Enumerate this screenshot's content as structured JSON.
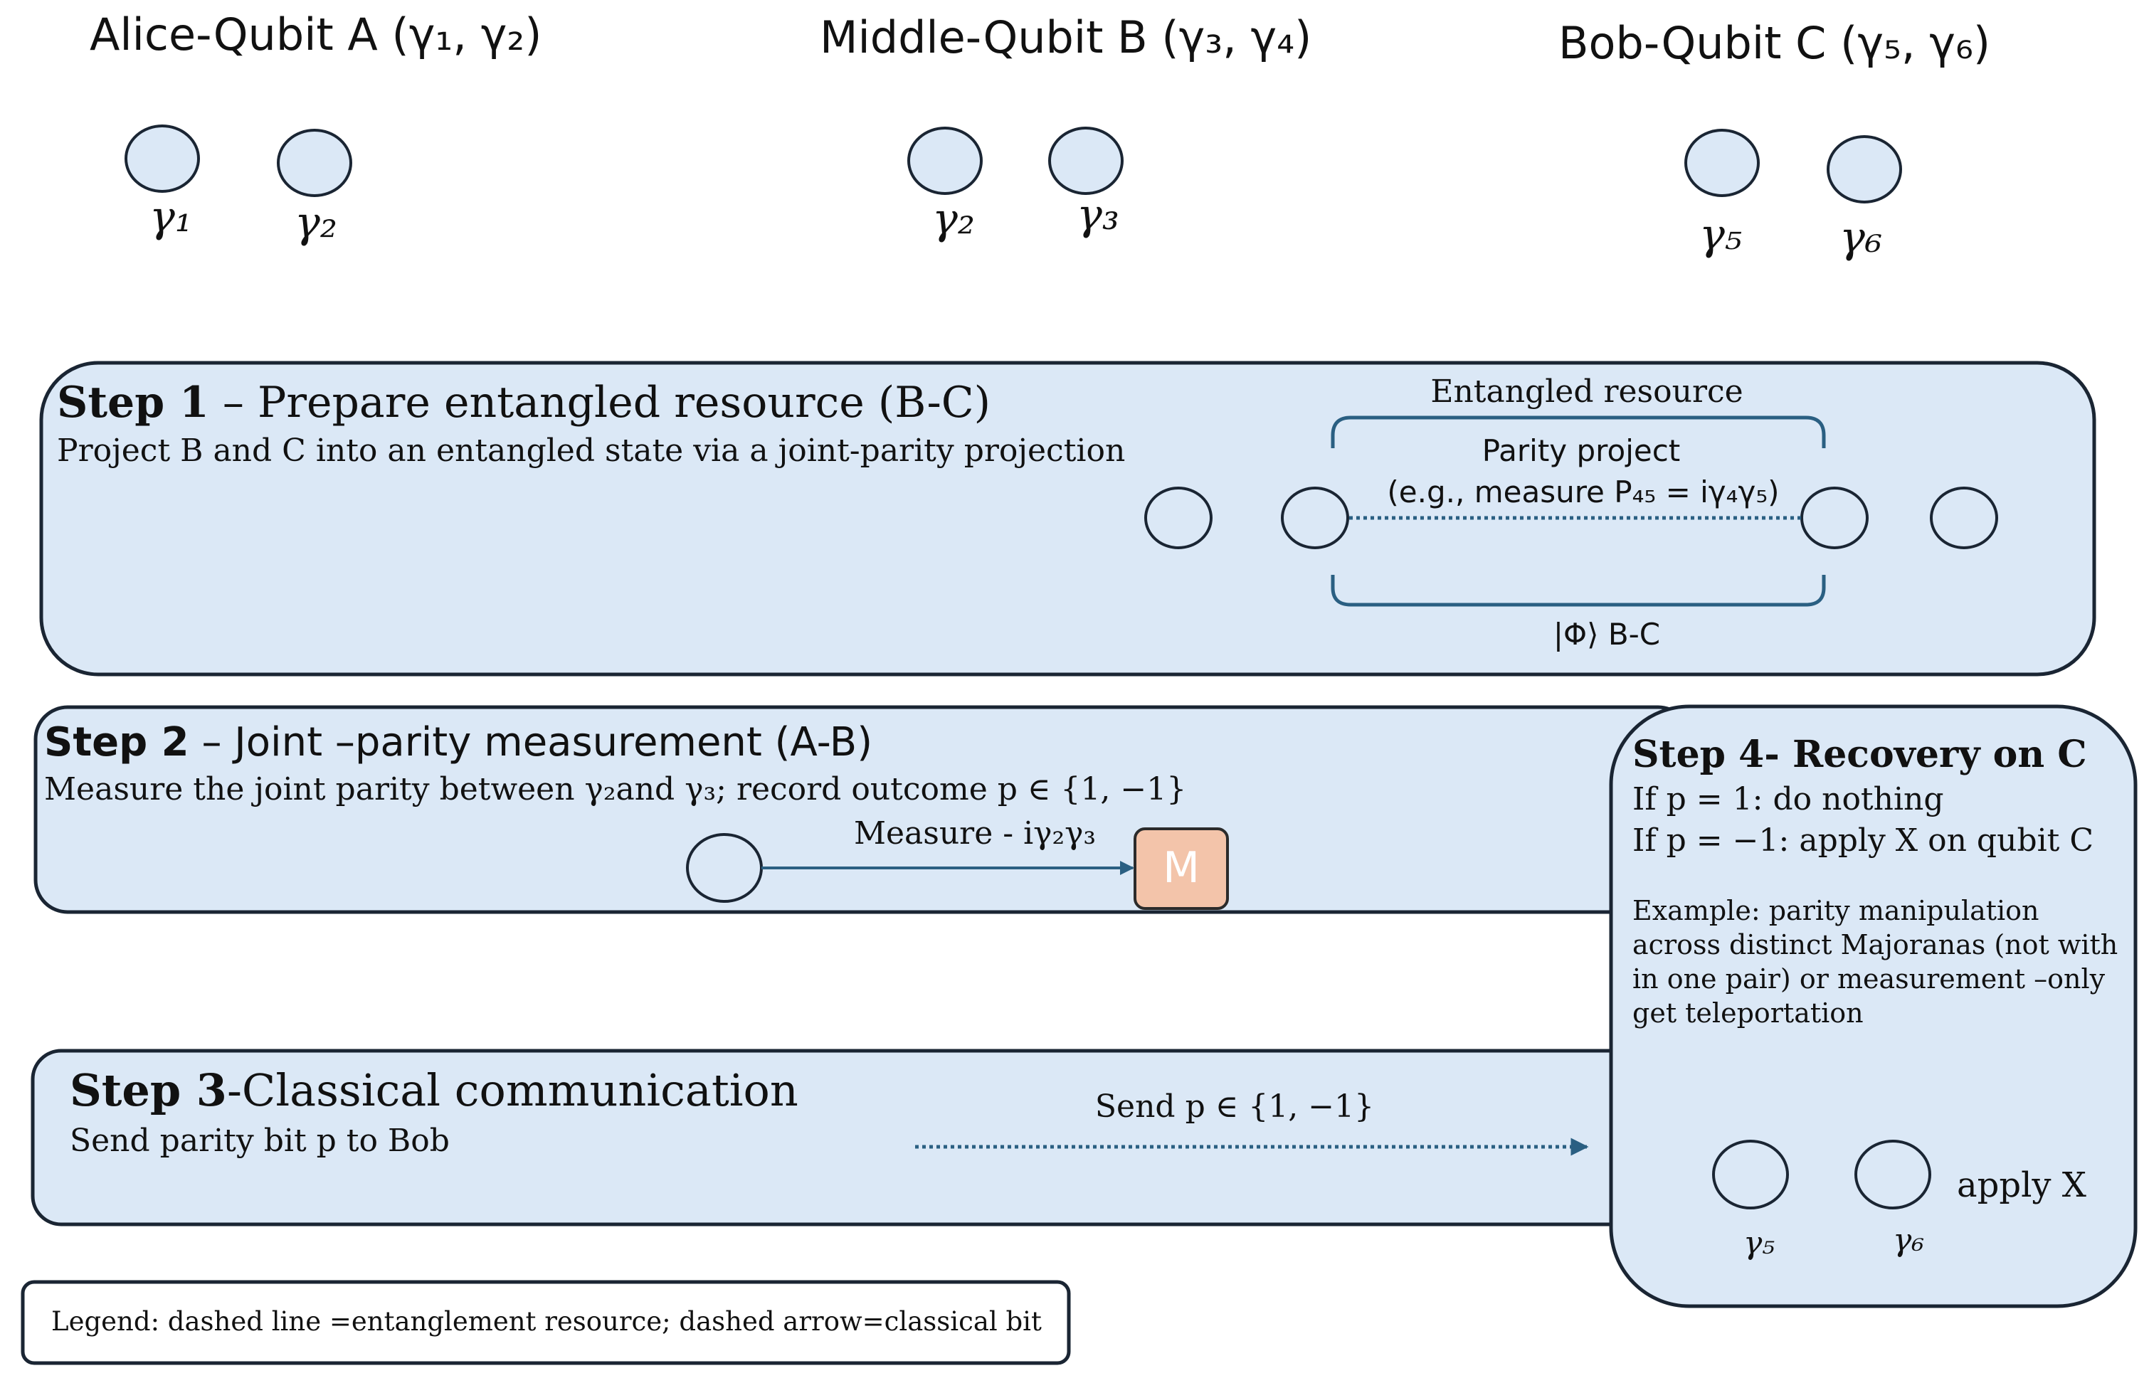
{
  "qubits": {
    "alice": {
      "title": "Alice-Qubit A (γ₁, γ₂)",
      "labels": [
        "γ₁",
        "γ₂"
      ]
    },
    "middle": {
      "title": "Middle-Qubit B (γ₃, γ₄)",
      "labels": [
        "γ₂",
        "γ₃"
      ]
    },
    "bob": {
      "title": "Bob-Qubit C (γ₅, γ₆)",
      "labels": [
        "γ₅",
        "γ₆"
      ]
    }
  },
  "step1": {
    "heading_bold": "Step 1",
    "heading_rest": " – Prepare entangled resource (B-C)",
    "description": "Project B and C into an entangled state via  a joint-parity projection",
    "brace_top_label": "Entangled resource",
    "parity_title": "Parity project",
    "parity_detail": "(e.g., measure P₄₅ = iγ₄γ₅)",
    "brace_bottom_label": "|Φ⟩ B-C"
  },
  "step2": {
    "heading_bold": "Step 2",
    "heading_rest": " – Joint –parity measurement (A-B)",
    "description": "Measure the joint parity between γ₂and γ₃; record outcome p ∈ {1, −1}",
    "arrow_label": "Measure - iγ₂γ₃",
    "meter_label": "M"
  },
  "step3": {
    "heading_bold": "Step 3",
    "heading_rest": "-Classical communication",
    "description": "Send parity bit p to Bob",
    "arrow_label": "Send p ∈ {1, −1}"
  },
  "step4": {
    "heading": "Step 4- Recovery on C",
    "rule1": "If p = 1: do nothing",
    "rule2": "If p = −1: apply X on qubit C",
    "example_lines": [
      "Example:   parity   manipulation",
      "across distinct Majoranas (not with",
      "in one pair) or measurement –only",
      "get teleportation"
    ],
    "labels": [
      "γ₅",
      "γ₆"
    ],
    "apply_label": "apply X"
  },
  "legend": {
    "text": "Legend: dashed line =entanglement resource; dashed arrow=classical bit"
  },
  "colors": {
    "panel_fill": "#dbe8f6",
    "outline": "#1a2533",
    "arrow": "#2a5f82",
    "meter_fill": "#f3c4aa",
    "meter_stroke": "#2b2b2b"
  }
}
